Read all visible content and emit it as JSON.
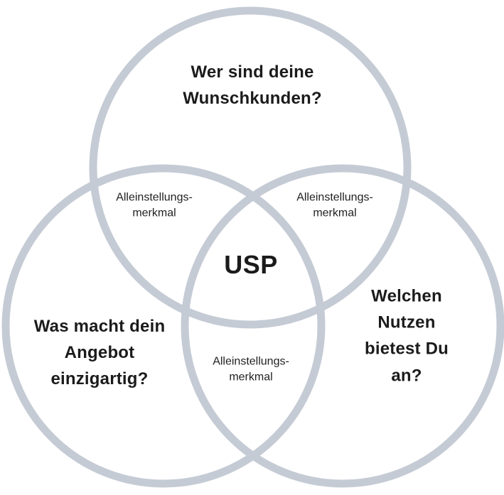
{
  "diagram": {
    "type": "venn",
    "center_label": "USP",
    "circles": {
      "top": {
        "label": "Wer sind deine\nWunschkunden?"
      },
      "left": {
        "label": "Was macht dein\nAngebot\neinzigartig?"
      },
      "right": {
        "label": "Welchen Nutzen\nbietest Du an?"
      }
    },
    "intersections": {
      "top_left": "Alleinstellungs-\nmerkmal",
      "top_right": "Alleinstellungs-\nmerkmal",
      "bottom": "Alleinstellungs-\nmerkmal"
    },
    "colors": {
      "circle_stroke": "#c5cbd5",
      "text": "#1b1b1b",
      "background": "#ffffff"
    }
  }
}
